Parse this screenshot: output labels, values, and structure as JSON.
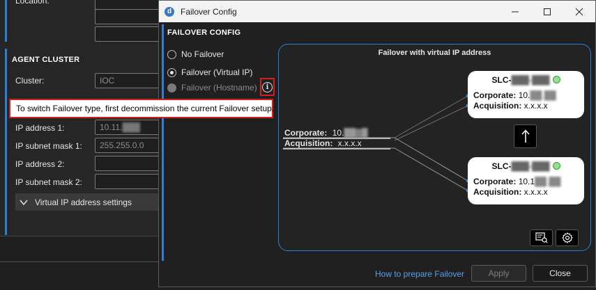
{
  "background": {
    "top_label": "Location:",
    "section_title": "AGENT CLUSTER",
    "cluster_label": "Cluster:",
    "cluster_value": "IOC",
    "ip1_label": "IP address 1:",
    "ip1_value": "10.11.",
    "mask1_label": "IP subnet mask 1:",
    "mask1_value": "255.255.0.0",
    "ip2_label": "IP address 2:",
    "mask2_label": "IP subnet mask 2:",
    "vip_settings_label": "Virtual IP address settings"
  },
  "tooltip": {
    "text": "To switch Failover type, first decommission the current Failover setup."
  },
  "dialog": {
    "app_icon_letter": "d",
    "title": "Failover Config",
    "section_title": "FAILOVER CONFIG",
    "options": [
      {
        "label": "No Failover",
        "selected": false,
        "enabled": true
      },
      {
        "label": "Failover (Virtual IP)",
        "selected": true,
        "enabled": true
      },
      {
        "label": "Failover (Hostname)",
        "selected": false,
        "enabled": false
      }
    ],
    "info_icon_glyph": "i",
    "diagram": {
      "title": "Failover with virtual IP address",
      "source": {
        "corporate_label": "Corporate:",
        "corporate_value": "10.",
        "acquisition_label": "Acquisition:",
        "acquisition_value": "x.x.x.x"
      },
      "node_top": {
        "name": "SLC-",
        "corporate_label": "Corporate:",
        "corporate_value": "10.",
        "acquisition_label": "Acquisition:",
        "acquisition_value": "x.x.x.x",
        "status_color": "#8fe08f"
      },
      "node_bottom": {
        "name": "SLC-",
        "corporate_label": "Corporate:",
        "corporate_value": "10.1",
        "acquisition_label": "Acquisition:",
        "acquisition_value": "x.x.x.x",
        "status_color": "#8fe08f"
      },
      "swap_icon": "arrow-up-icon",
      "tools": [
        "logs-icon",
        "gear-icon"
      ]
    },
    "footer": {
      "help_link": "How to prepare Failover",
      "apply_label": "Apply",
      "close_label": "Close"
    }
  },
  "colors": {
    "accent": "#2d7fd3",
    "highlight": "#d21f1f",
    "link": "#5aa0e8"
  }
}
